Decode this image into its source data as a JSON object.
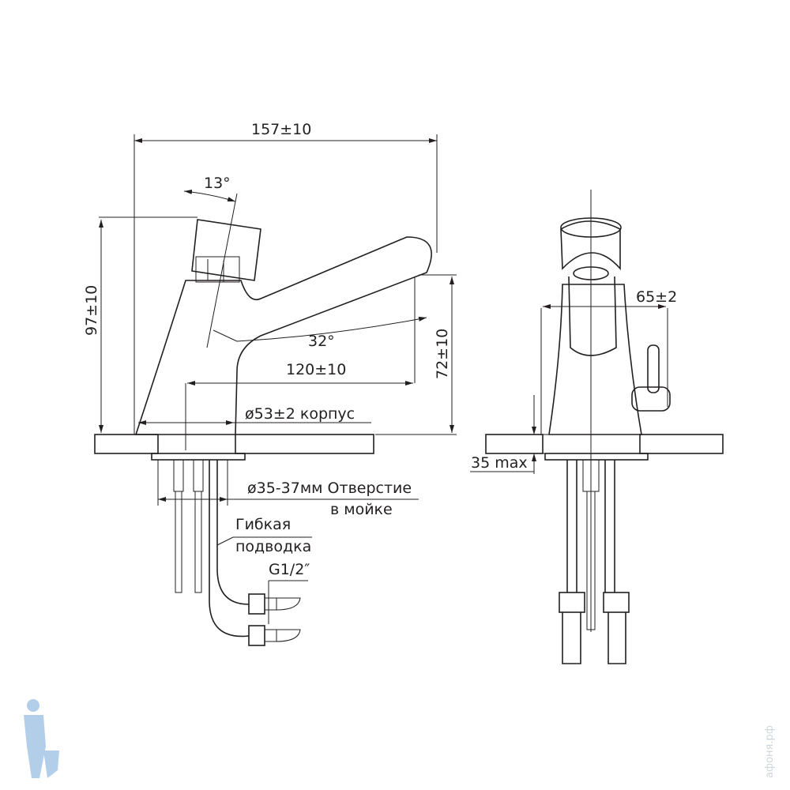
{
  "drawing": {
    "dimensions": {
      "total_length": "157±10",
      "handle_angle": "13°",
      "height": "97±10",
      "spout_angle": "32°",
      "spout_reach": "120±10",
      "spout_height": "72±10",
      "body_diameter": "ø53±2 корпус",
      "hole_line1": "ø35-37мм Отверстие",
      "hole_line2": "в мойке",
      "hose_line1": "Гибкая",
      "hose_line2": "подводка",
      "thread": "G1/2″",
      "side_offset": "65±2",
      "max_thickness": "35 max"
    },
    "watermark": "афоня.рф",
    "colors": {
      "line": "#231f20",
      "watermark": "#cfd6dc",
      "logo": "#9fc3e3"
    }
  }
}
